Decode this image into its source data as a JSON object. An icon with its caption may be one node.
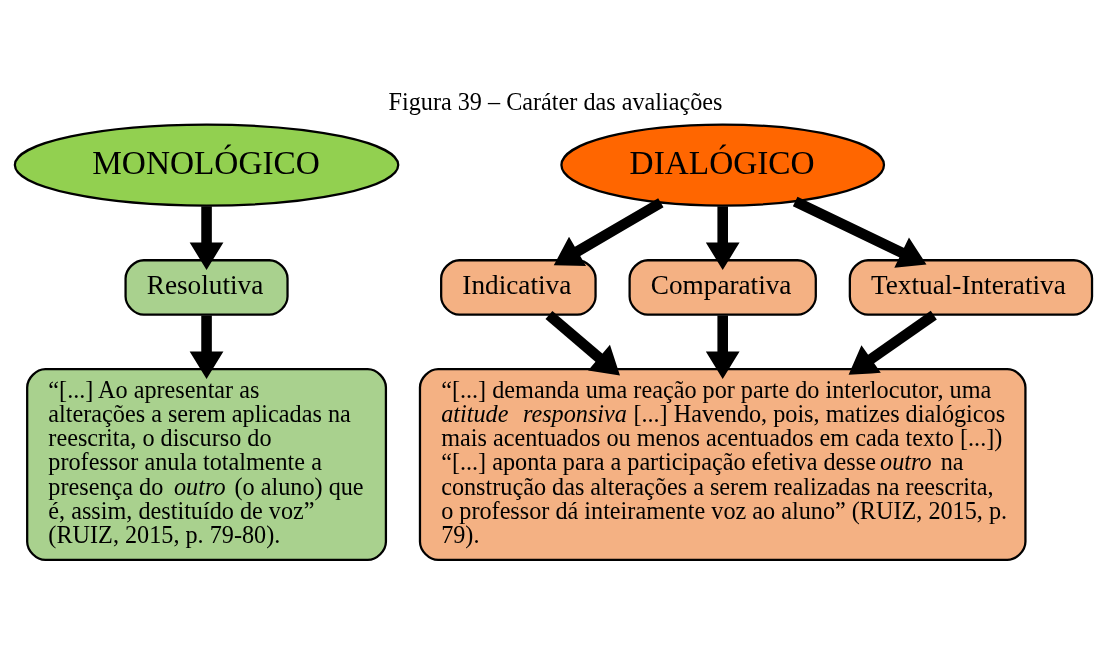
{
  "diagram": {
    "title": "Figura 39 – Caráter das avaliações",
    "nodes": [
      {
        "text": [
          "MONOLÓGICO"
        ]
      },
      {
        "text": [
          "DIALÓGICO"
        ]
      },
      {
        "text": [
          "Resolutiva"
        ]
      },
      {
        "text": [
          "Indicativa"
        ]
      },
      {
        "text": [
          "Comparativa"
        ]
      },
      {
        "text": [
          "Textual-Interativa"
        ]
      },
      {
        "text": [
          "“[...] Ao apresentar as alterações a serem aplicadas na reescrita, o discurso do professor anula totalmente a presença do *outro* (o aluno) que é, assim, destituído de voz” (RUIZ, 2015, p. 79-80)."
        ]
      },
      {
        "text": [
          "“[...] demanda uma reação por parte do interlocutor, uma *atitude responsiva* [...] Havendo, pois, matizes dialógicos mais acentuados ou menos acentuados em cada texto [...]) “[...] aponta para a participação efetiva desse *outro* na construção das alterações a serem realizadas na reescrita, o professor dá inteiramente voz ao aluno” (RUIZ, 2015, p. 79)."
        ]
      }
    ],
    "edges": [
      {
        "from": 0,
        "to": 2,
        "arrow": "to"
      },
      {
        "from": 1,
        "to": 3,
        "arrow": "to"
      },
      {
        "from": 1,
        "to": 4,
        "arrow": "to"
      },
      {
        "from": 1,
        "to": 5,
        "arrow": "to"
      },
      {
        "from": 2,
        "to": 6,
        "arrow": "to"
      },
      {
        "from": 3,
        "to": 7,
        "arrow": "to"
      },
      {
        "from": 4,
        "to": 7,
        "arrow": "to"
      },
      {
        "from": 5,
        "to": 7,
        "arrow": "to"
      }
    ]
  }
}
